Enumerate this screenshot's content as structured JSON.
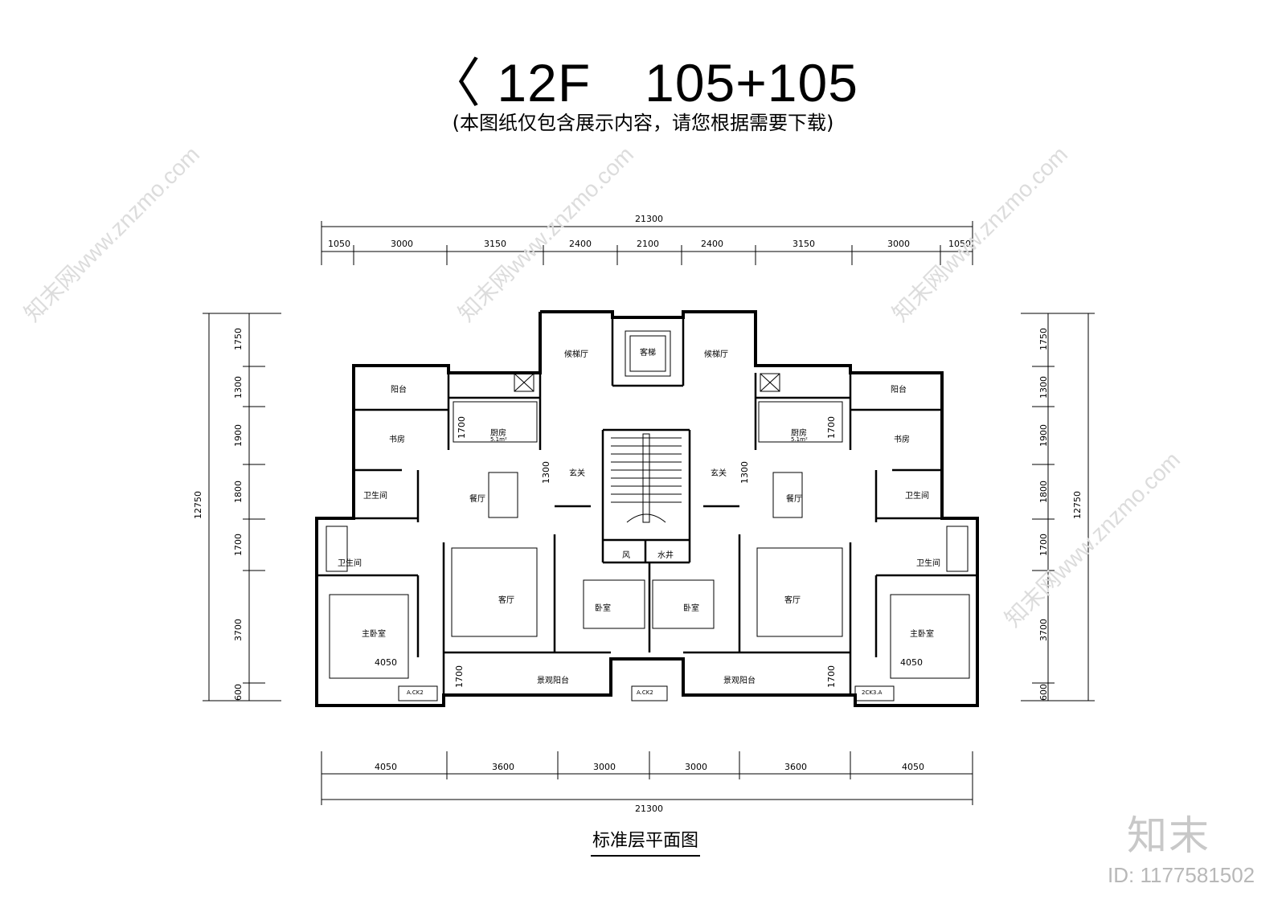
{
  "title": "〈 12F　105+105",
  "subtitle": "(本图纸仅包含展示内容，请您根据需要下载)",
  "caption": "标准层平面图",
  "watermark": {
    "logo": "知末",
    "id": "ID: 1177581502",
    "site": "知末网www.znzmo.com"
  },
  "dims": {
    "total_top": "21300",
    "top": [
      "1050",
      "3000",
      "3150",
      "2400",
      "2100",
      "2400",
      "3150",
      "3000",
      "1050"
    ],
    "total_bottom": "21300",
    "bottom": [
      "4050",
      "3600",
      "3000",
      "3000",
      "3600",
      "4050"
    ],
    "left_total": "12750",
    "left": [
      "1750",
      "1300",
      "1900",
      "1800",
      "1700",
      "3700",
      "600"
    ],
    "right_total": "12750",
    "right": [
      "1750",
      "1300",
      "1900",
      "1800",
      "1700",
      "3700",
      "600"
    ],
    "inner": {
      "kitchen_left": "1700",
      "kitchen_right": "1700",
      "hall_left": "1300",
      "hall_right": "1300",
      "balcony_left": "1700",
      "balcony_right": "1700",
      "master_left": "4050",
      "master_right": "4050"
    }
  },
  "rooms": {
    "elevator": "客梯",
    "lobby_left": "候梯厅",
    "lobby_right": "候梯厅",
    "balcony_left": "阳台",
    "balcony_right": "阳台",
    "kitchen_left": "厨房",
    "kitchen_right": "厨房",
    "kitchen_area_left": "5.1m²",
    "kitchen_area_right": "5.1m²",
    "study_left": "书房",
    "study_right": "书房",
    "foyer_left": "玄关",
    "foyer_right": "玄关",
    "dining_left": "餐厅",
    "dining_right": "餐厅",
    "bath1_left": "卫生间",
    "bath1_right": "卫生间",
    "bath2_left": "卫生间",
    "bath2_right": "卫生间",
    "living_left": "客厅",
    "living_right": "客厅",
    "bedroom_left": "卧室",
    "bedroom_right": "卧室",
    "master_left": "主卧室",
    "master_right": "主卧室",
    "view_balcony_left": "景观阳台",
    "view_balcony_right": "景观阳台",
    "vent": "风",
    "water_shaft": "水井",
    "ac_left": "A.CK2",
    "ac_mid": "A.CK2",
    "ac_right": "2CK3.A"
  }
}
